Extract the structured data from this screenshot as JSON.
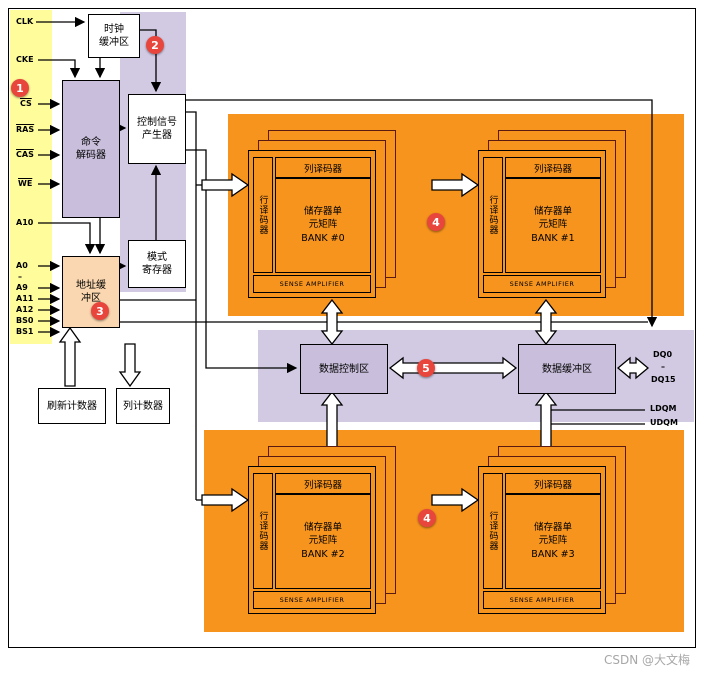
{
  "signals": {
    "clk": "CLK",
    "cke": "CKE",
    "cs": "CS",
    "ras": "RAS",
    "cas": "CAS",
    "we": "WE",
    "a10": "A10",
    "addr": [
      "A0",
      "–",
      "A9",
      "A11",
      "A12",
      "BS0",
      "BS1"
    ]
  },
  "blocks": {
    "clock_buffer": [
      "时钟",
      "缓冲区"
    ],
    "command_decoder": [
      "命令",
      "解码器"
    ],
    "control_signal_generator": [
      "控制信号",
      "产生器"
    ],
    "mode_register": [
      "模式",
      "寄存器"
    ],
    "address_buffer": [
      "地址缓",
      "冲区"
    ],
    "refresh_counter": "刷新计数器",
    "column_counter": "列计数器",
    "data_control": "数据控制区",
    "data_buffer": "数据缓冲区"
  },
  "banks": [
    {
      "column_decoder": "列译码器",
      "row_decoder": "行译码器",
      "matrix": [
        "储存器单",
        "元矩阵",
        "BANK #0"
      ],
      "sense": "SENSE AMPLIFIER"
    },
    {
      "column_decoder": "列译码器",
      "row_decoder": "行译码器",
      "matrix": [
        "储存器单",
        "元矩阵",
        "BANK #1"
      ],
      "sense": "SENSE AMPLIFIER"
    },
    {
      "column_decoder": "列译码器",
      "row_decoder": "行译码器",
      "matrix": [
        "储存器单",
        "元矩阵",
        "BANK #2"
      ],
      "sense": "SENSE AMPLIFIER"
    },
    {
      "column_decoder": "列译码器",
      "row_decoder": "行译码器",
      "matrix": [
        "储存器单",
        "元矩阵",
        "BANK #3"
      ],
      "sense": "SENSE AMPLIFIER"
    }
  ],
  "io": {
    "dq": [
      "DQ0",
      "–",
      "DQ15"
    ],
    "ldqm": "LDQM",
    "udqm": "UDQM"
  },
  "badges": {
    "n1": "1",
    "n2": "2",
    "n3": "3",
    "n4": "4",
    "n5": "5"
  },
  "watermark": "CSDN @大文梅",
  "colors": {
    "orange": "#F7941E",
    "purple": "#D2CAE3",
    "lavender": "#C9BFDC",
    "peach": "#FAD7B0",
    "yellow": "#FFFC9C",
    "badge_red": "#E8463C"
  }
}
